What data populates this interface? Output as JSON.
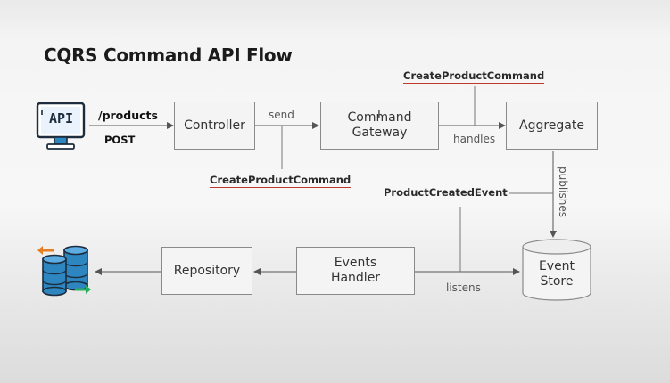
{
  "title": "CQRS Command API Flow",
  "nodes": {
    "api": "API",
    "controller": "Controller",
    "command_gateway_line1": "Command",
    "command_gateway_line2": "Gateway",
    "aggregate": "Aggregate",
    "event_store_line1": "Event",
    "event_store_line2": "Store",
    "events_handler_line1": "Events",
    "events_handler_line2": "Handler",
    "repository": "Repository"
  },
  "edge_labels": {
    "endpoint": "/products",
    "method": "POST",
    "send": "send",
    "handles": "handles",
    "publishes": "publishes",
    "listens": "listens"
  },
  "annotations": {
    "command_top": "CreateProductCommand",
    "command_bottom": "CreateProductCommand",
    "event": "ProductCreatedEvent"
  },
  "colors": {
    "annotation_underline": "#c0392b",
    "box_border": "#8a8a8a",
    "arrow": "#555555",
    "db_blue": "#2e86c1",
    "db_orange": "#e67e22",
    "db_green": "#27ae60"
  },
  "icons": {
    "api_monitor": "monitor-api-icon",
    "database": "database-sync-icon"
  }
}
